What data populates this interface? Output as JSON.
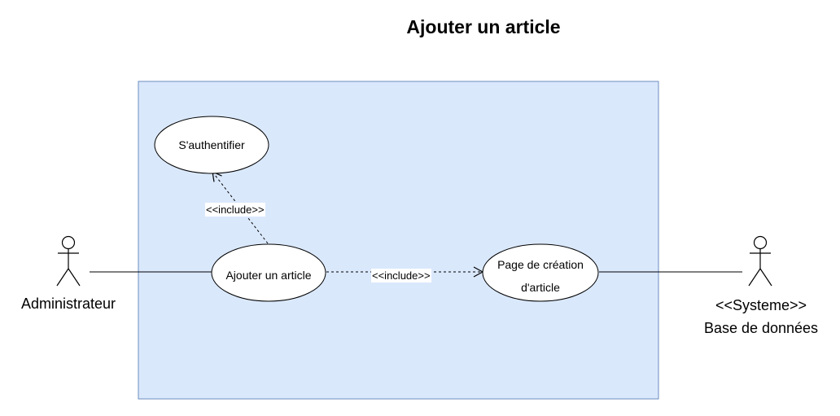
{
  "title": "Ajouter un article",
  "colors": {
    "system_boundary_fill": "#dae8fc",
    "system_boundary_stroke": "#6c8ebf",
    "line": "#000000",
    "background": "#ffffff"
  },
  "actors": [
    {
      "id": "administrateur",
      "name": "Administrateur",
      "stereotype": ""
    },
    {
      "id": "base-de-donnees",
      "name": "Base de données",
      "stereotype": "<<Systeme>>"
    }
  ],
  "use_cases": [
    {
      "id": "s-authentifier",
      "label": "S'authentifier"
    },
    {
      "id": "ajouter-un-article",
      "label": "Ajouter un article"
    },
    {
      "id": "page-de-creation",
      "label_line1": "Page de création",
      "label_line2": "d'article"
    }
  ],
  "relations": [
    {
      "type": "include",
      "from": "ajouter-un-article",
      "to": "s-authentifier",
      "label": "<<include>>"
    },
    {
      "type": "include",
      "from": "ajouter-un-article",
      "to": "page-de-creation",
      "label": "<<include>>"
    },
    {
      "type": "association",
      "from": "administrateur",
      "to": "ajouter-un-article"
    },
    {
      "type": "association",
      "from": "page-de-creation",
      "to": "base-de-donnees"
    }
  ]
}
